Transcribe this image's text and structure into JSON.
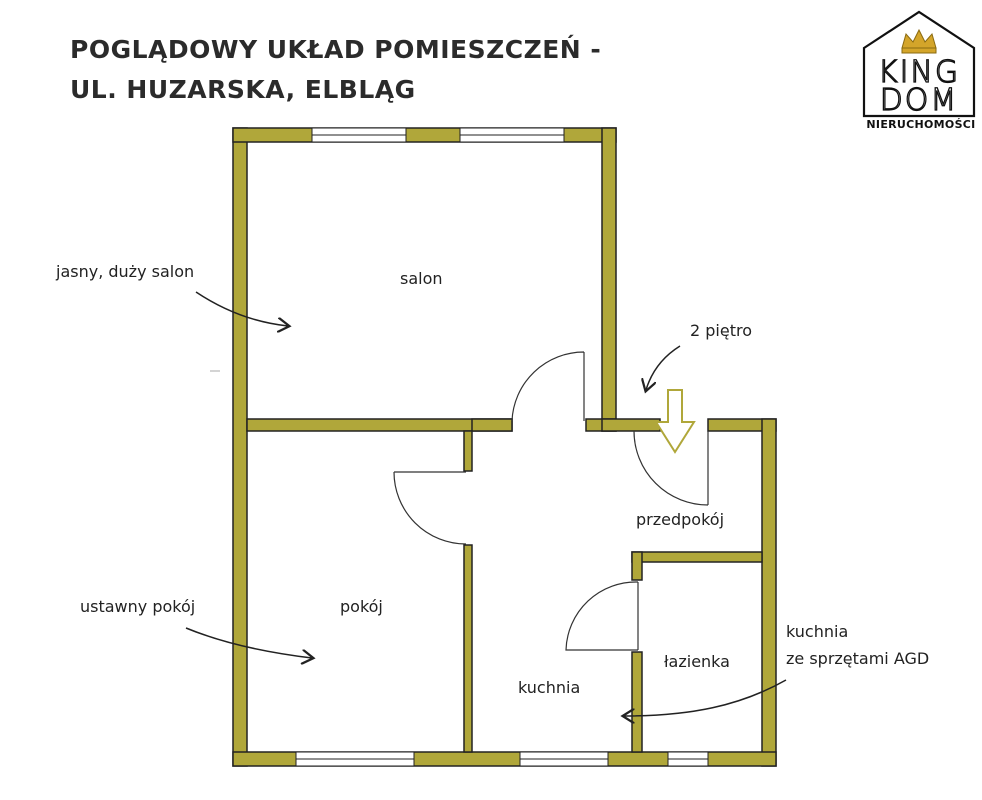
{
  "title": {
    "line1": "POGLĄDOWY UKŁAD POMIESZCZEŃ -",
    "line2": "UL. HUZARSKA, ELBLĄG"
  },
  "logo": {
    "top": "KING",
    "bottom": "DOM",
    "subtitle": "NIERUCHOMOŚCI"
  },
  "rooms": {
    "salon": "salon",
    "pokoj": "pokój",
    "przedpokoj": "przedpokój",
    "kuchnia": "kuchnia",
    "lazienka": "łazienka"
  },
  "annotations": {
    "salon_note": "jasny, duży salon",
    "pokoj_note": "ustawny pokój",
    "floor_note": "2 piętro",
    "kitchen_note_line1": "kuchnia",
    "kitchen_note_line2": "ze sprzętami AGD"
  },
  "colors": {
    "wall_fill": "#b0a73a",
    "wall_stroke": "#222222",
    "arrow_entrance": "#b0a73a",
    "logo_crown": "#d4a52a"
  }
}
